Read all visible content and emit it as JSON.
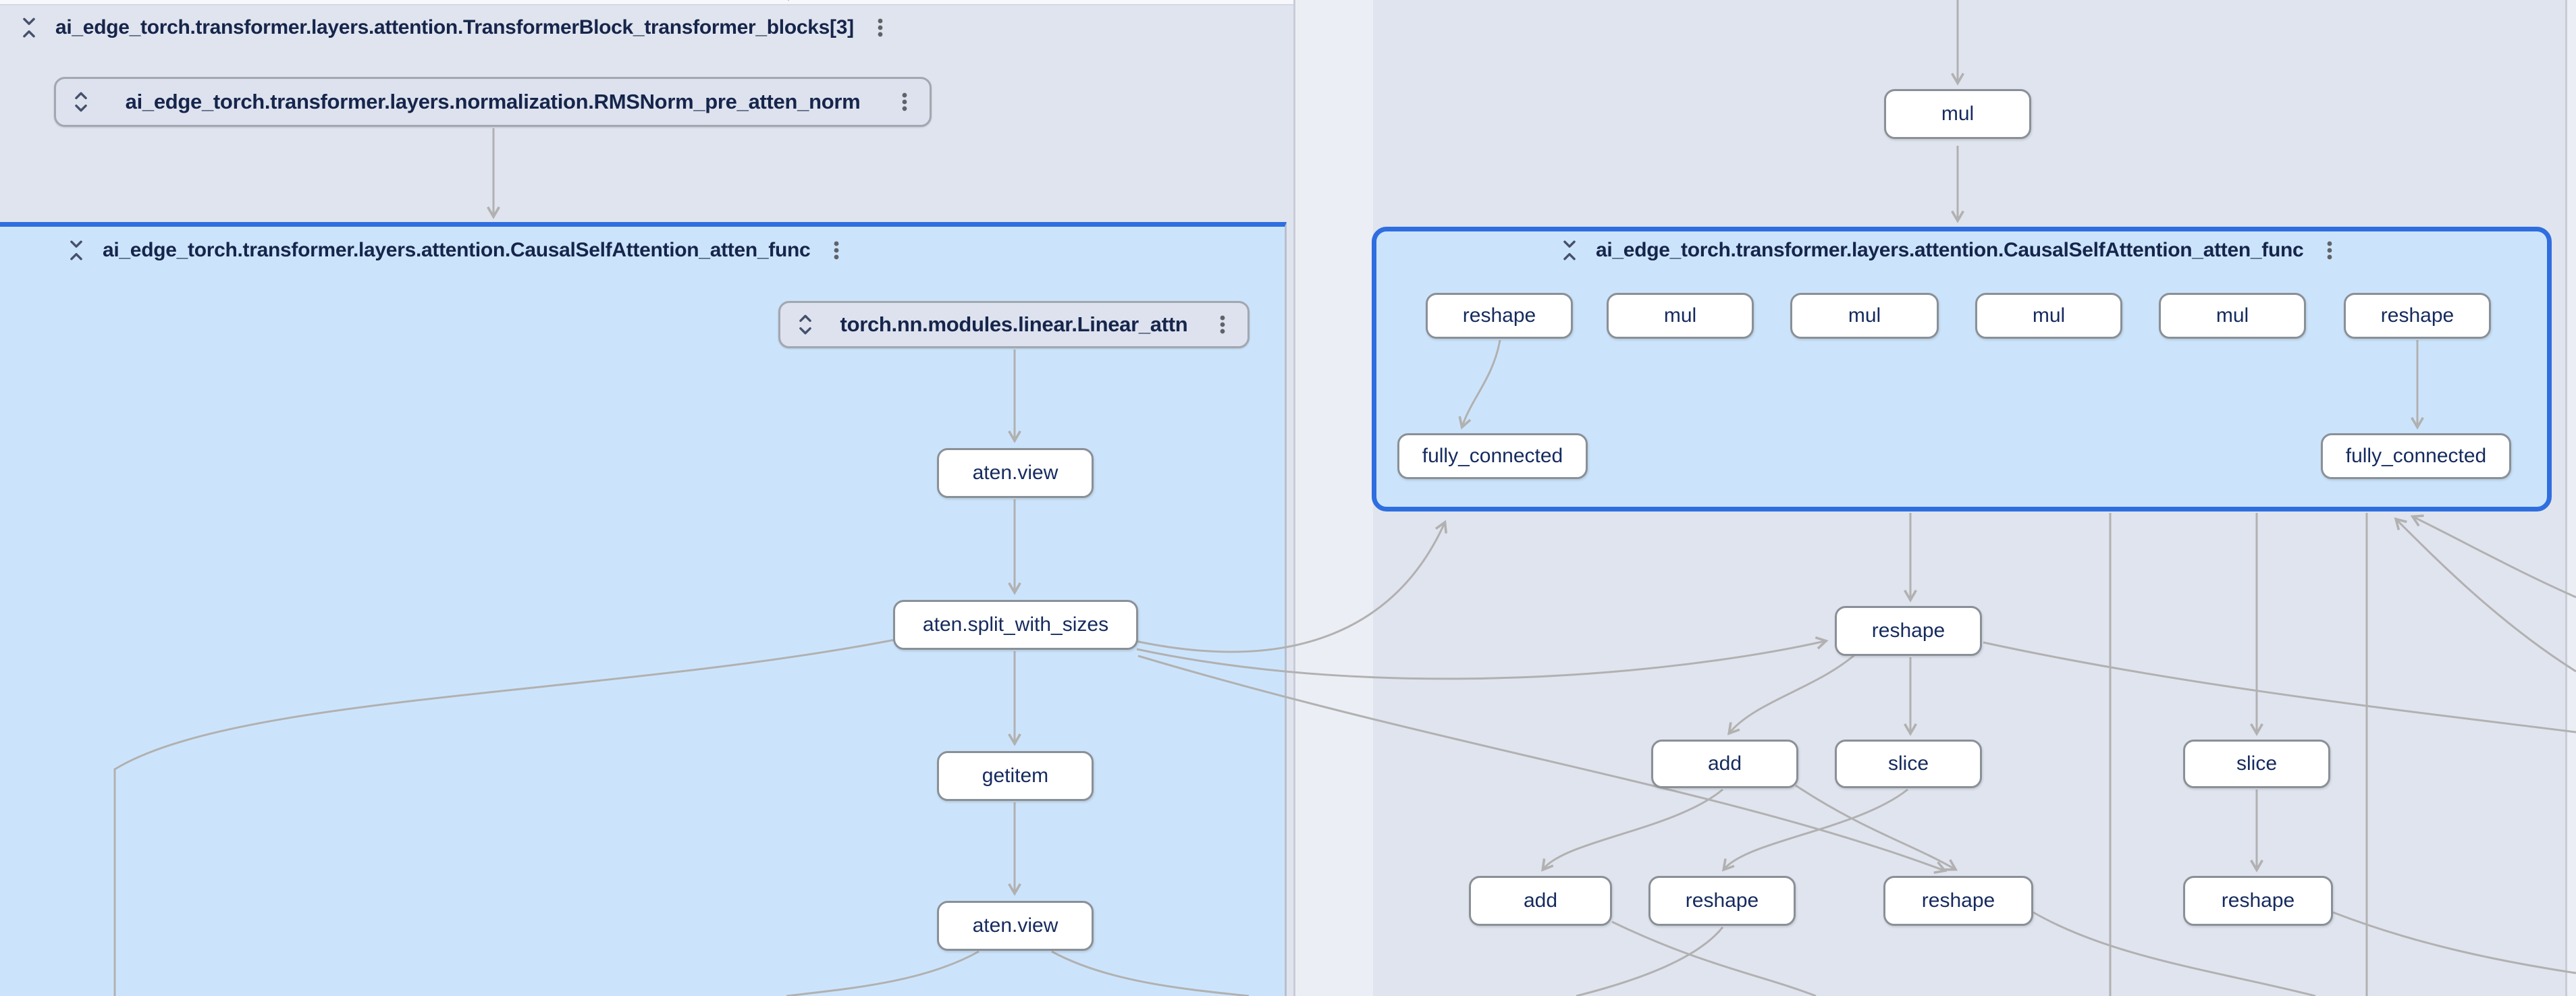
{
  "groups": {
    "transformer_block": {
      "title": "ai_edge_torch.transformer.layers.attention.TransformerBlock_transformer_blocks[3]"
    },
    "rmsnorm": {
      "label": "ai_edge_torch.transformer.layers.normalization.RMSNorm_pre_atten_norm"
    },
    "left_attention": {
      "title": "ai_edge_torch.transformer.layers.attention.CausalSelfAttention_atten_func"
    },
    "linear": {
      "label": "torch.nn.modules.linear.Linear_attn"
    },
    "right_attention": {
      "title": "ai_edge_torch.transformer.layers.attention.CausalSelfAttention_atten_func"
    }
  },
  "nodes": {
    "top_right": "mul",
    "left": [
      "aten.view",
      "aten.split_with_sizes",
      "getitem",
      "aten.view"
    ],
    "right_row1": [
      "reshape",
      "mul",
      "mul",
      "mul",
      "mul",
      "reshape"
    ],
    "right_fc": [
      "fully_connected",
      "fully_connected"
    ],
    "mid_reshape": "reshape",
    "slice_row": [
      "add",
      "slice",
      "slice"
    ],
    "bottom_row": [
      "add",
      "reshape",
      "reshape",
      "reshape"
    ]
  },
  "icons": {
    "collapse": "collapse-vertical-icon",
    "expand": "expand-vertical-icon",
    "menu": "more-vert-icon"
  },
  "colors": {
    "selection_blue": "#2f6ee0",
    "expanded_fill": "#cce4fb",
    "group_fill": "#e0e4ee",
    "canvas": "#eceef5",
    "edge": "#b1b1b1",
    "node_text": "#152a5e"
  }
}
